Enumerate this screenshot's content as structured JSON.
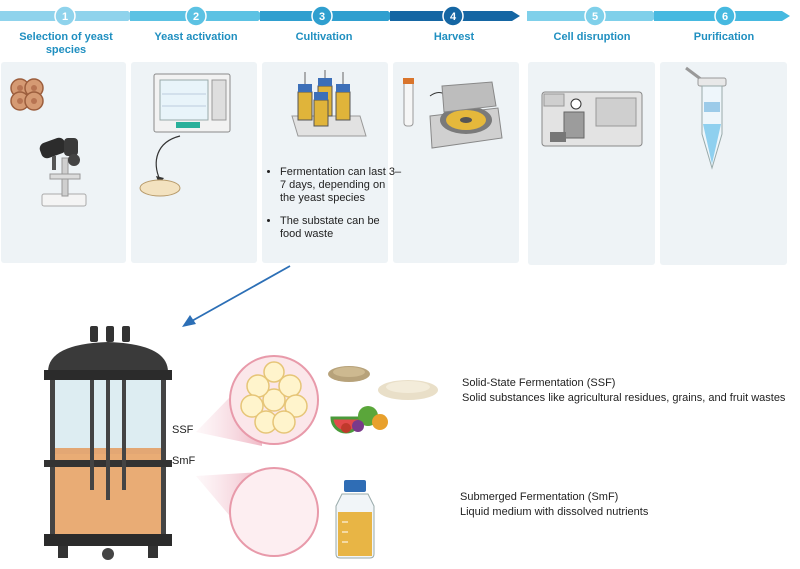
{
  "steps": [
    {
      "number": "1",
      "title": "Selection of yeast species"
    },
    {
      "number": "2",
      "title": "Yeast activation"
    },
    {
      "number": "3",
      "title": "Cultivation"
    },
    {
      "number": "4",
      "title": "Harvest"
    },
    {
      "number": "5",
      "title": "Cell disruption"
    },
    {
      "number": "6",
      "title": "Purification"
    }
  ],
  "cultivation_notes": [
    "Fermentation can last 3–7 days, depending on the yeast species",
    "The substate can be food waste"
  ],
  "ssf": {
    "label": "SSF",
    "title": "Solid-State Fermentation (SSF)",
    "description": "Solid substances like agricultural residues, grains, and fruit wastes"
  },
  "smf": {
    "label": "SmF",
    "title": "Submerged Fermentation (SmF)",
    "description": "Liquid medium with dissolved nutrients"
  },
  "colors": {
    "arrow_light": "#5cc8e4",
    "arrow_mid": "#2fa6d3",
    "arrow_dark": "#1566a3",
    "title_text": "#1f8fc0",
    "panel_bg": "#eef3f6"
  }
}
